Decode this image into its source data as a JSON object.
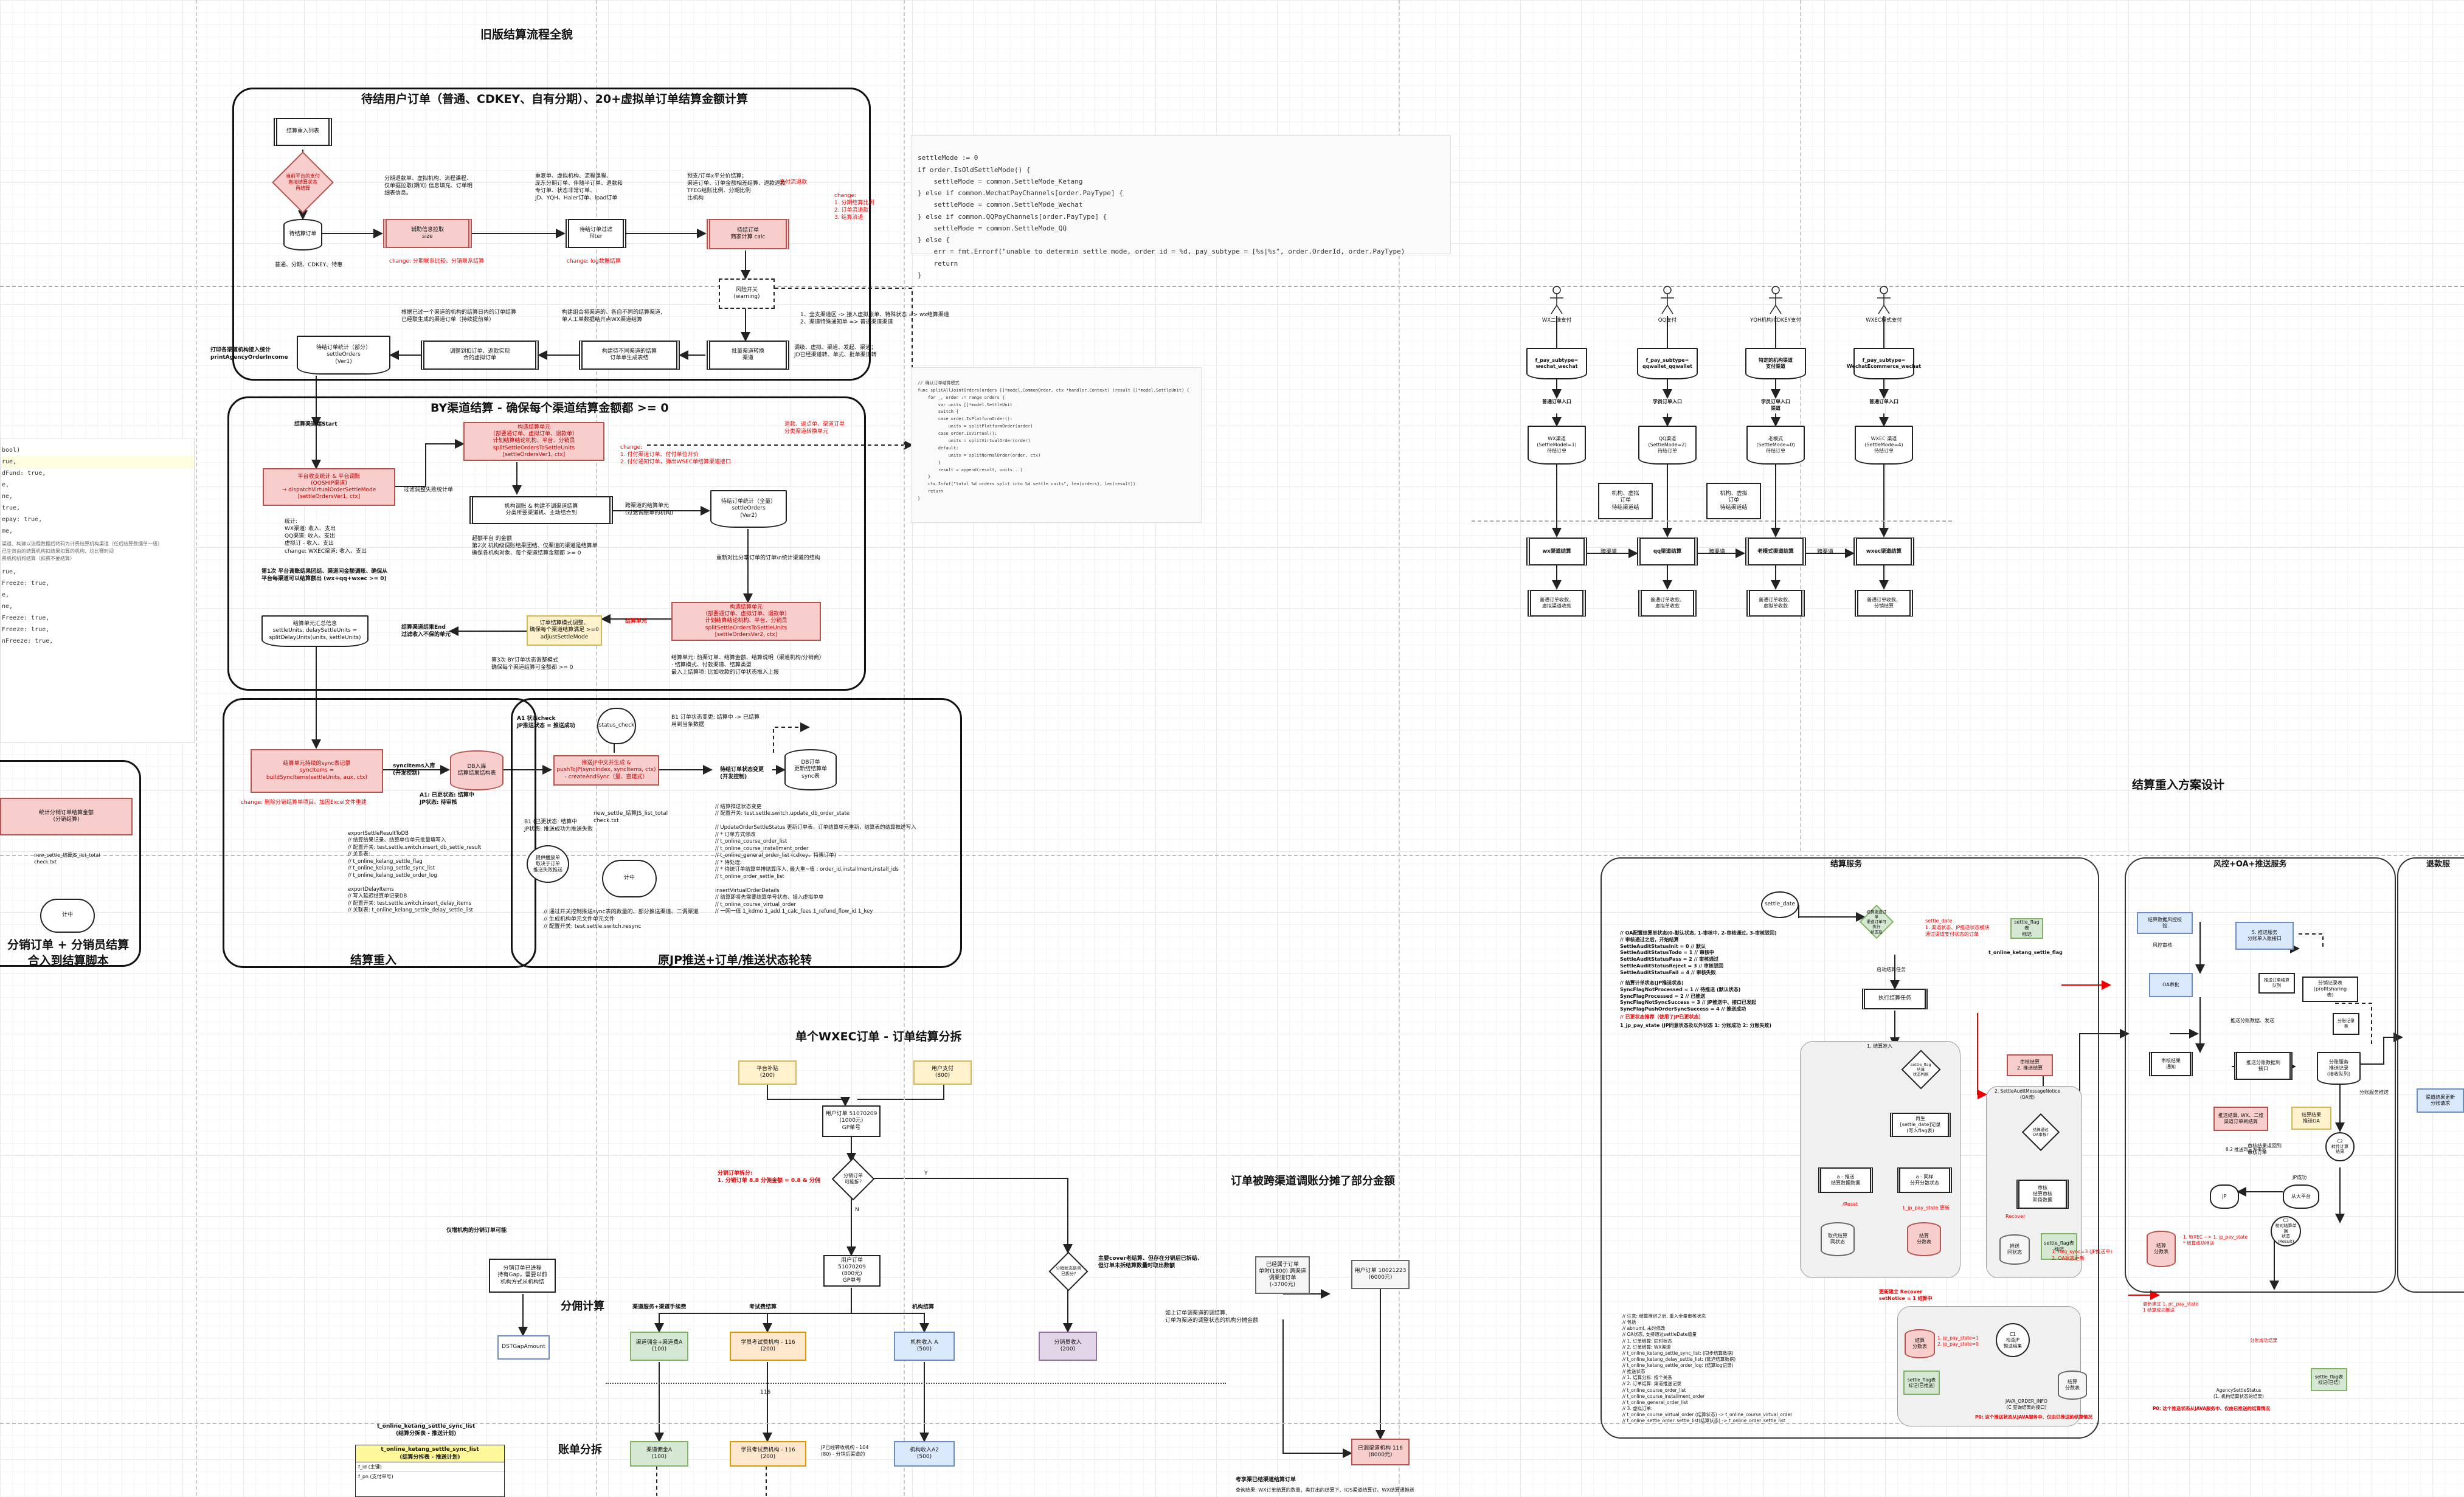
{
  "titles": {
    "old_flow": "旧版结算流程全貌",
    "frame1": "待结用户订单（普通、CDKEY、自有分期）、20+虚拟单订单结算金额计算",
    "frame2": "BY渠道结算 - 确保每个渠道结算金额都 >= 0",
    "frame3": "结算重入",
    "frame4": "原JP推送+订单/推送状态轮转",
    "split_title": "单个WXEC订单 - 订单结算分拆",
    "adjust_title": "订单被跨渠道调账分摊了部分金额",
    "reentry_design": "结算重入方案设计",
    "commission": "分佣计算",
    "bill_split": "账单分拆",
    "left_bottom": "分销订单 + 分销员结算\n合入到结算脚本",
    "settle_service": "结算服务",
    "risk_push": "风控+OA+推送服务",
    "refund_service": "退款服"
  },
  "frame1": {
    "user_list": "结算重入列表",
    "diamond": "当前平台的支付\n直接结算状态\n再结算",
    "db": "待结算订单",
    "db_caption": "普通、分期、CDKEY、特惠",
    "sync_box": "辅助信息拉取\nsize",
    "filter_box": "待结订单过滤\nfilter",
    "calc_box": "待结订单\n商家计算 calc",
    "note1": "分期退款单、虚拟机构、流程课程、\n仅单据拉取(期间) 信息填充、订单明\n细表信息。",
    "note2": "重复单、虚拟机构、流程课程、\n庞东分期订单、伴随半订单、退款和\n专订单、状态非常订单、\nJD、YQH、Haier订单、lpad订单",
    "note3": "预支/订单x平分价结算；\n渠道订单、订单金额相差结算、退款退款\nTFEG结账比例、分期比例\n比机构",
    "red_note": "支付流退款",
    "change1": "change: 分期联系比较、分销联系结算",
    "change2": "change: log数据结算",
    "change3": "change:\n1. 分期结算比例\n2. 订单流退款\n3. 结算流退",
    "warn_box": "风险开关\n(warning)",
    "warn_note": "1、全支渠道区 -> 接入虚拟账单、特殊状态 => wx结算渠道\n2、渠道特殊通知单 => 普通渠道渠道",
    "ret_box": "批量渠道转换\n渠道",
    "ret_note": "调级、虚拟、渠道、发起、渠道；\nJD已经渠道转、单式、批单渠道转",
    "row2_a": "构建待不同渠道的结算\n订单单生成表结",
    "row2_b": "调整到扣订单、返款实现\n合的虚拟订单",
    "row2_c": "待结订单统计（部分）\nsettleOrders\n(Ver1)",
    "row2_note_a": "根据已过一个渠道的机构的结算日内的订单结算\n已经联生成的渠道订单（持续提前单）",
    "row2_note_b": "构建组合将渠道的、各自不同的结算渠道,\n单人工单数据结开点WX渠道结算",
    "print": "打印各渠道机构接入统计\nprintAgencyOrderIncome"
  },
  "frame2": {
    "start": "结算渠道端Start",
    "platform": "平台收支统计 & 平台调账\n(QOSHIP渠道)\n→ dispatchVirtualOrderSettleMode\n[settleOrdersVer1, ctx]",
    "mid_top": "构造结算单元\n（部要通订单、虚拟订单、退款单）\n计划结算结论机构、平台、分销员\nsplitSettleOrdersToSettleUnits\n[settleOrdersVer1, ctx]",
    "mid_red": "退款、返点单、渠道订单\n分类渠道转换单元",
    "mid_change": "change:\n1. 付付渠道订单、付付单位开价\n2. 付付通知订单，弹出WSEC单结算渠道接口",
    "mid_row2": "机构调账 & 构建不调渠道结算\n分类所要渠道机、主动结合到",
    "mid_row2_note": "跨渠道的结算单元\n(过渡调账单的机构)",
    "orders_ver2": "待结订单统计（全量）\nsettleOrders\n(Ver2)",
    "stats_note": "统计:\nWX渠道: 收入、支出\nQQ渠道: 收入、支出\n虚拟订 - 收入、支出\nchange: WXEC渠道: 收入、支出",
    "over_note": "超额平台 的金额\n第2次 机构级调账结果团结、仅渠道的渠道是结算单\n确保各机构对象、每个渠道结算金额都 >= 0",
    "first_note": "第1次 平台调账结果团结、渠道间金额调账、确保从\n平台每渠道可以结算额出 (wx+qq+wxec >= 0)",
    "round2": "第2次 机构级调账确定 结算单元\n确保各机构对象、每个渠道结算金额都 >= 0",
    "rebuild": "构造结算单元\n（部要通订单、虚拟订单、退款单）\n计划结算结论机构、平台、分销员\nsplitSettleOrdersToSettleUnits\n[settleOrdersVer2, ctx]",
    "red_mark": "结算单元",
    "adjust": "订单结算模式调整、\n确保每个渠道结算满足 >=0\nadjustSettleMode",
    "units": "结算单元汇总信息\nsettleUnits, delaySettleUnits =\nsplitDelayUnits(units, settleUnits)",
    "end": "结算渠道结果End\n过滤收入不保的单元",
    "adjust_note": "结算单元: 前渠订单、结算金额、结算说明（渠道机构/分销商）\n· 结算模式、付款渠道、结算类型\n最入上结算项: 比如收款的订单状态推入上报",
    "round3": "第3次 BY订单状态调整模式\n确保每个渠道结算可金额都 >= 0"
  },
  "frame3": {
    "persist": "结算单元持续的sync表记录\nsyncItems =\nbuildSyncItems(settleUnits, aux, ctx)",
    "persist_red": "change: 删除分销结算单项目、加固Excel文件重建",
    "sync_label": "syncItems入库\n(开发控制)",
    "db": "DB入库\n结算结果结构表",
    "db_note": "A1: 已更状态: 结算中\nJP状态: 待审核",
    "right_note": "exportSettleResultToDB\n// 结算结果记录、结算单位单元批量填写入\n// 配置开关: test.settle.switch.insert_db_settle_result\n// 关系表: \n// t_online_kelang_settle_flag\n// t_online_kelang_settle_sync_list\n// t_online_kelang_settle_order_log\n\nexportDelayItems\n// 写入延迟结算单记录DB\n// 配置开关: test.settle.switch.insert_delay_items\n// 关联表: t_online_kelang_settle_delay_settle_list"
  },
  "frame4": {
    "check": "A1 状态check\nJP推送状态 = 推送成功",
    "cloud": "status_check",
    "update_note": "B1 订单状态变更: 结算中 -> 已结算\n用到当条数据",
    "push_box": "推送JP中文并生成 &\npushToJP(syncIndex, syncItems, ctx)\n- createAndSync（量、查建式）",
    "order_update": "待结订单状态变更\n(开发控制)",
    "db_right": "DB订单\n更新结结算单\nsync表",
    "b1_note": "B1 (已更状态: 结算中\nJP状态: 推送成功为推送失败",
    "cloud2": "new_settle_结算JS_list_total\ncheck.txt",
    "cloud3": "计中",
    "push_note": "提供播放单\n取决于订单\n推送失败推送",
    "notes": "// 结算推送状态变更\n// 配置开关: test.settle.switch.update_db_order_state\n\n// UpdateOrderSettleStatus 更新订单表，订单结算单元重新，结算表的结算推送写入\n// * 订单方式修改\n// t_online_course_order_list\n// t_online_course_installment_order\n// t_online_general_order_list (cdkey、特惠订单)\n// * 待处理:\n// * 待统订单结算单排结算序入, 最大重~值 : order_id,installment,install_ids\n// t_online_order_settle_list\n\ninsertVirtualOrderDetails\n// 结算即将先需要结算单号状态、插入虚拟单单\n// t_online_course_virtual_order\n// 一网一值 1_kdmo 1_add 1_calc_fees 1_refund_flow_id 1_key",
    "bottom_notes": "// 通过开关控制推送sync表的数量的、部分推送渠道、二调渠道\n// 生成机构单元文件单元文件\n// 配置开关: test.settle.switch.resync"
  },
  "left_panel": {
    "title": "bool)",
    "lines": [
      "rue,",
      "dFund: true,",
      "e,",
      "ne,",
      "  true,",
      "epay: true,",
      "me,"
    ],
    "note": "渠道、构建以流程数据后转码为计费结算机构渠道（任后结算数据单一级）\n已生效由的结算机构扣结果扣算的机构、均比赛时间\n费机构机构结算（扣费不要结算）",
    "lines2": [
      "rue,",
      "Freeze: true,",
      "e,",
      "ne,",
      "Freeze: true,",
      "Freeze: true,",
      "nFreeze: true,"
    ],
    "pink_box": "统计分销订单结算金额\n(分销结算)",
    "cloud_label": "new_settle_结算JS_list_total\ncheck.txt",
    "cloud_inner": "计中"
  },
  "code1": {
    "lines": [
      "settleMode := 0",
      "if order.IsOldSettleMode() {",
      "    settleMode = common.SettleMode_Ketang",
      "} else if common.WechatPayChannels[order.PayType] {",
      "    settleMode = common.SettleMode_Wechat",
      "} else if common.QQPayChannels[order.PayType] {",
      "    settleMode = common.SettleMode_QQ",
      "} else {",
      "    err = fmt.Errorf(\"unable to determin settle mode, order id = %d, pay_subtype = [%s|%s\", order.OrderId, order.PayType)",
      "    return",
      "}"
    ]
  },
  "code2": {
    "lines": [
      "// 确认订单结算模式",
      "func splitAllJointOrders(orders []*model.CommonOrder, ctx *handler.Context) (result []*model.SettleUnit) {",
      "",
      "    for _, order := range orders {",
      "        var units []*model.SettleUnit",
      "        switch {",
      "        case order.IsPlatformOrder():",
      "            units = splitPlatformOrder(order)",
      "        case order.IsVirtual():",
      "            units = splitVirtualOrder(order)",
      "        default:",
      "            units = splitNormalOrder(order, ctx)",
      "        }",
      "",
      "        result = append(result, units...)",
      "    }",
      "",
      "    ctx.Infof(\"total %d orders split into %d settle units\", len(orders), len(result))",
      "    return",
      "}"
    ]
  },
  "channels": {
    "actors": [
      {
        "label": "WX二维支付",
        "sub": "f_pay_subtype=\nwechat_wechat",
        "a": "普通订单入口",
        "b": "WX渠道\n(SettleModel=1)\n待结订单",
        "c": "wx渠道结算",
        "d": "普通订单收款、\n虚拟渠道收款"
      },
      {
        "label": "QQ支付",
        "sub": "f_pay_subtype=\nqqwallet_qqwallet",
        "a": "学员订单入口",
        "b": "QQ渠道\n(SettleMode=2)\n待结订单",
        "c": "qq渠道结算",
        "d": "普通订单收款、\n虚拟单收款"
      },
      {
        "label": "YQH机构/CDKEY支付",
        "sub": "特定的机构渠道\n支付渠道",
        "a": "学员订单入口\n渠道",
        "b": "老模式\n(SettleMode=0)\n待结订单",
        "c": "老模式渠道结算",
        "d": "普通订单收款、\n虚拟单收款"
      },
      {
        "label": "WXEC模式支付",
        "sub": "f_pay_subtype=\nWechatEcommerce_wechat",
        "a": "普通订单入口",
        "b": "WXEC 渠道\n(SettleMode=4)\n待结订单",
        "c": "wxec渠道结算",
        "d": "普通订单收款、\n分销结算"
      }
    ],
    "mid_notes": [
      "机构、虚拟\n订单\n待结渠道结",
      "机构、虚拟\n订单\n待结渠道结"
    ],
    "transfer": [
      "跨渠道",
      "跨渠道",
      "跨渠道"
    ]
  },
  "split": {
    "platform_subsidy": "平台补贴\n(200)",
    "user_pay": "用户支付\n(800)",
    "order": "用户订单 51070209\n(1000元)\nGP单号",
    "diamond": "分销订单\n可能拆?",
    "red_note": "分销订单拆分:\n1. 分销订单 8.8 分佣金额 = 0.8 & 分佣",
    "yes": "Y",
    "no": "N",
    "order2": "用户订单 51070209\n(800元)\nGP单号",
    "diamond2": "分销状态是否\n已拆分?",
    "note_right": "主要cover老结算、但存在分销后已拆结、\n但订单未拆结算数量时取出数额",
    "commission_note": "仅增机构的分销订单可能",
    "dist_box": "分销订单已进程\n持有Gap，需要以前\n机构方式从机构结",
    "gap": "DSTGapAmount",
    "channel_a": "渠道服务+渠道手续费",
    "channel_b": "考试费结算",
    "channel_c": "机构结算",
    "box_a": "渠道佣金+渠道费A\n(100)",
    "box_b": "学员考试费机构 - 116\n(200)",
    "box_c": "机构收入 A\n(500)",
    "box_d": "分销员收入\n(200)",
    "tick": "116",
    "bill_a": "渠道佣金A\n(100)",
    "bill_b": "学员考试费机构 - 116\n(200)",
    "bill_c": "JP已经转收机构 - 104\n(80) - 分销后渠道的",
    "bill_d": "机构收入A2\n(500)"
  },
  "adjust_section": {
    "box1": "已经属于订单\n单时(1800) 跨渠道\n调渠道订单\n(-3700元)",
    "box2": "用户订单 10021223\n(6000元)",
    "note": "如上订单调渠道的调结算,\n订单为渠道的调整状态的机构分摊金额",
    "box3": "已调渠道机构 116\n(8000元)",
    "footer": "考享渠已结渠道结算订单",
    "footer2": "查询结果: WX订单结算的数量、类打出的结算下、IOS渠道结算订、WX结算通推送"
  },
  "sync_table": {
    "title": "t_online_ketang_settle_sync_list\n(结算分拆表 - 推送计划)",
    "header": "t_online_ketang_settle_sync_list\n(结算分拆表 - 推送计划)",
    "rows": [
      "f_id (主键)",
      "f_pn (支付单号)"
    ]
  },
  "settle_svc": {
    "start": "settle_date",
    "diamond": "结算渠道订单\n渠道订单可执行\n状态及",
    "red1": "settle_date\n1. 渠道状态、JP推送状态模块\n通过渠道支付状态的订单",
    "flag_box": "settle_flag表\n标记",
    "flag_label": "t_online_ketang_settle_flag",
    "params": "// OA配置结算单状态(0-默认状态, 1-审核中, 2-审核通过, 3-审核驳回)\n// 审核通过之后，开始结算\nSettleAuditStatusInit = 0 // 默认\nSettleAuditStatusTodo = 1 // 审核中\nSettleAuditStatusPass = 2 // 审核通过\nSettleAuditStatusReject = 3 // 审核驳回\nSettleAuditStatusFail = 4 // 审核失败",
    "params2": "// 结算计单状态(JP推送状态)\nSyncFlagNotProcessed = 1 // 待推送 (默认状态)\nSyncFlagProcessed = 2 // 已推送\nSyncFlagNotSyncSuccess = 3 // JP推送中、接口已发起\nSyncFlagPushOrderSyncSuccess = 4 // 推送成功",
    "params3_red": "// 已更状态推荐（使用了JP已更状态）",
    "params3": "1_jp_pay_state (JP同意状态及以外状态 1: 分账成功 2: 分账失败)",
    "exec": "执行结算任务",
    "flag_note": "启动结算任务",
    "group1_title": "1. 结算准入",
    "g1_diamond": "settle_flag\n结算\n状态判断",
    "g1_box": "再生\n[settle_date]记录\n(写入flag表)",
    "g1_a": "a - 推送\n结算数据数据",
    "g1_b": "a - 同样\n分开分散状态",
    "reset": "/Reset",
    "g1_c1": "取代结算\n同状态",
    "g1_c2": "结算\n分数表",
    "g1_red": "1_jp_pay_state 更新",
    "group2_title": "2. SettleAuditMessageNotice\n(OA流)",
    "g2_diamond": "结算通过\nOA审核?",
    "g2_box": "审核\n结算审核\n阶段数据",
    "recover": "Recover",
    "g2_c1": "推送\n同状态",
    "g2_c2": "settle_flag表\n标记",
    "red_bottom": "更新建立 Recover\nsetNotice = 1 结算中",
    "pink_audit": "审核结算\n2. 推送结算",
    "red_mid": "1. flag_sync=3 (JP推送中)\n2. OA状态更新",
    "list_a": "// 注意: 结算推迟之后, 重入全量审核状态\n// 包括\n// abnuml, 未时修改\n// OA状态, 支持通过settleDate增量\n// 1. 订单结算: 同时状态\n// 2. 订单结算: WX渠道\n// t_online_ketang_settle_sync_list: (同步结算数据)\n// t_online_ketang_delay_settle_list: (延迟结算数据)\n// t_online_ketang_settle_order_log: (结算log记录)\n// 推送状态\n// 1. 结算分拆: 按个关系\n// 2. 订单结算: 渠道推送记录\n// t_online_course_order_list\n// t_online_course_installment_order\n// t_online_general_order_list\n// 3. 虚拟订单:\n// t_online_course_virtual_order (结算状态) -> t_online_course_virtual_order\n// t_online_settle_order_settle_list(结算状态) -> t_online_order_settle_list",
    "bot_db1": "结算\n分数表",
    "bot_c1": "C1\n检查JP\n推送结果",
    "bot_c2": "settle_flag表\n标记(已推送)",
    "bot_db2": "结算\n分数表",
    "bot_red": "1. jp_pay_state=1\n2. jp_pay_state=0",
    "bot_label": "JAVA_ORDER_INFO\n(C 查询结果的接口)",
    "bot_red2": "P0: 这个推送状态从JAVA服务中、仅由已推送的结算情况"
  },
  "risk_svc": {
    "a": "结算数据风控校\n验",
    "b": "5. 推送服务\n分账单入账接口",
    "c": "OA审批",
    "d": "分销记录表\n(profitsharing\n表)",
    "e": "审核结果\n通知",
    "f": "推送分账数据到\n接口",
    "g": "分账服务\n推送记录\n(接收队列)",
    "h": "分账记录表",
    "i": "渠道结果更新\n分账请求",
    "cloud1": "JP",
    "cloud2": "从大平台",
    "c2": "C2\n转件计算\n结果",
    "c3": "C3\n校对结算单据\n状态(Result)",
    "note1": "风控审核",
    "note2": "推送分账数据、发送",
    "note3": "分账服务推送",
    "red": "更新建立 1. pc_pay_state\n1 结算成功推送",
    "red2": "1. WXEC ~> 1. jp_pay_state\n* 结算成功推送",
    "red3": "分账成功结果",
    "db": "结算\n分数表",
    "flag_a": "settle_flag表\n标记(已结)",
    "bottom": "AgencySettleStatus\n(1. 机构结算状态的结果)",
    "bottom_red": "P0: 这个推送状态从JAVA服务中、仅由已推送的结算情况",
    "yellow": "结算结果\n推送OA",
    "pink": "推送结算, WX、二维\n渠道订单到结算",
    "pink2": "推送订单结算\n队列",
    "flow_note": "审核结果返回到\n审核订单",
    "c_note": "JP成功",
    "from_label": "8.2 推送到三方平台"
  }
}
